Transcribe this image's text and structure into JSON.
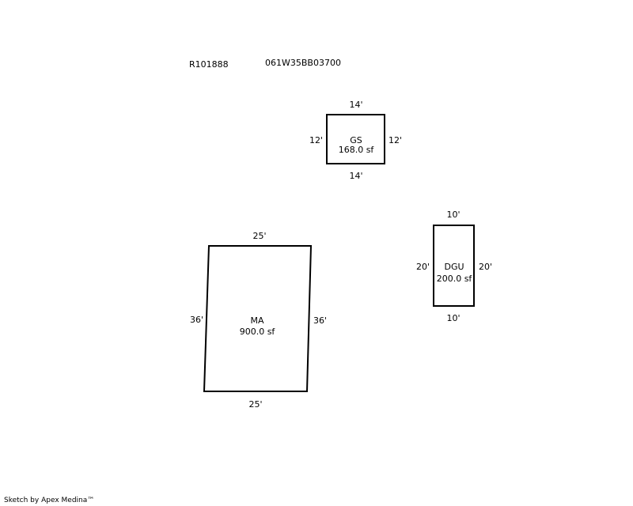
{
  "header": {
    "account_id": "R101888",
    "map_taxlot": "061W35BB03700"
  },
  "areas": [
    {
      "code": "GS",
      "area": "168.0 sf",
      "dims": {
        "top": "14'",
        "bottom": "14'",
        "left": "12'",
        "right": "12'"
      }
    },
    {
      "code": "DGU",
      "area": "200.0 sf",
      "dims": {
        "top": "10'",
        "bottom": "10'",
        "left": "20'",
        "right": "20'"
      }
    },
    {
      "code": "MA",
      "area": "900.0 sf",
      "dims": {
        "top": "25'",
        "bottom": "25'",
        "left": "36'",
        "right": "36'"
      }
    }
  ],
  "footer": {
    "credit": "Sketch by Apex Medina™"
  }
}
